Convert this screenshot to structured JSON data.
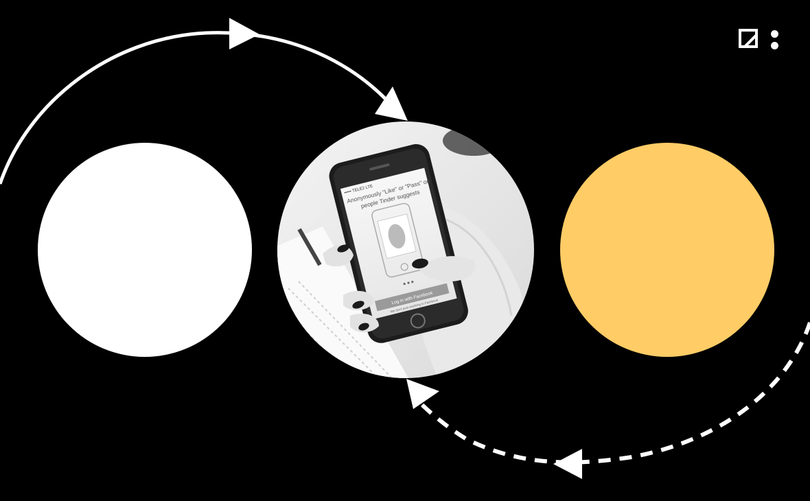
{
  "logo": {
    "icon": "brand-logo-icon"
  },
  "circles": {
    "left": {
      "color": "#ffffff"
    },
    "center": {
      "photo": "hand-holding-phone",
      "phone": {
        "status": "••••• TELE2 LTE",
        "headline_line1": "Anonymously \"Like\" or \"Pass\" on",
        "headline_line2": "people Tinder suggests",
        "login_button": "Log in with Facebook",
        "footnote": "We don't post anything to Facebook"
      }
    },
    "right": {
      "color": "#ffcc66"
    }
  },
  "arrows": {
    "top": {
      "style": "solid",
      "color": "#ffffff"
    },
    "bottom": {
      "style": "dashed",
      "color": "#ffffff"
    }
  }
}
